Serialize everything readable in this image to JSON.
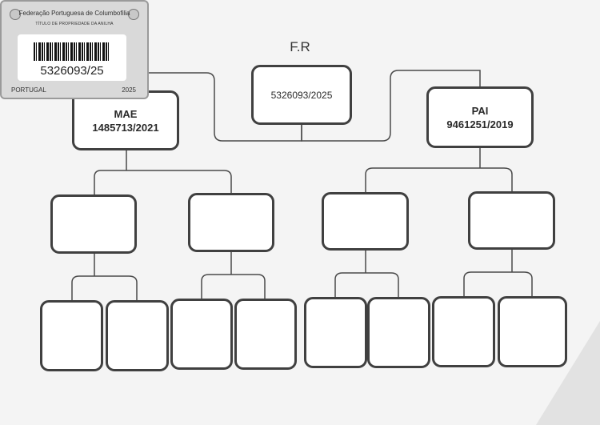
{
  "title": "F.R",
  "subject_ring": "5326093/2025",
  "mother": {
    "label": "MAE",
    "ring": "1485713/2021"
  },
  "father": {
    "label": "PAI",
    "ring": "9461251/2019"
  },
  "card": {
    "federation": "Federação Portuguesa de Columbofilia",
    "subtitle": "TÍTULO DE PROPRIEDADE DA ANILHA",
    "ring_number": "5326093/25",
    "country": "PORTUGAL",
    "year": "2025"
  },
  "grandparents": [
    {
      "ring": ""
    },
    {
      "ring": ""
    },
    {
      "ring": ""
    },
    {
      "ring": ""
    }
  ],
  "great_grandparents": [
    {
      "ring": ""
    },
    {
      "ring": ""
    },
    {
      "ring": ""
    },
    {
      "ring": ""
    },
    {
      "ring": ""
    },
    {
      "ring": ""
    },
    {
      "ring": ""
    },
    {
      "ring": ""
    }
  ]
}
